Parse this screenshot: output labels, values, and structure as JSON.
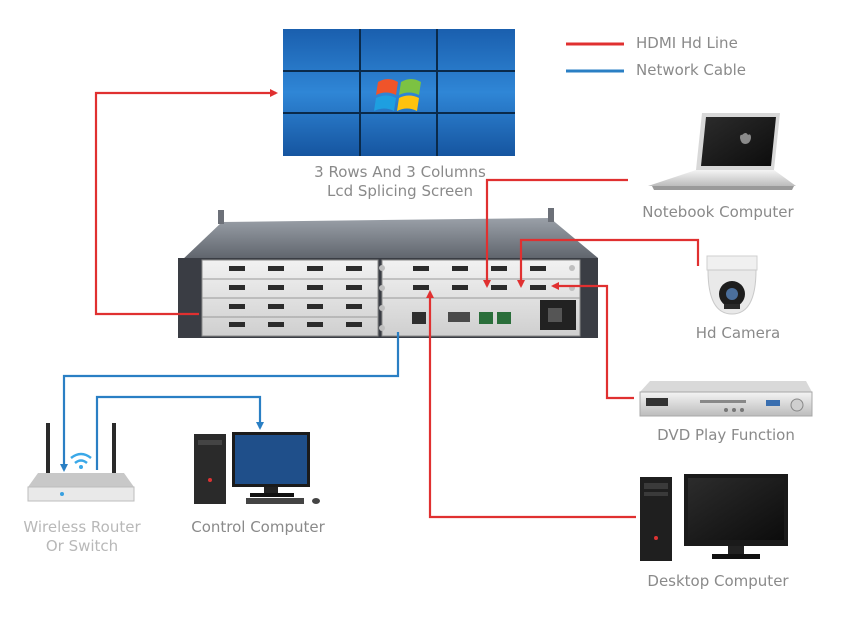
{
  "legend": {
    "hdmi_label": "HDMI Hd Line",
    "network_label": "Network Cable",
    "hdmi_color": "#e03030",
    "network_color": "#2a7fc4"
  },
  "devices": {
    "video_wall": {
      "line1": "3 Rows And 3 Columns",
      "line2": "Lcd Splicing Screen"
    },
    "notebook": {
      "label": "Notebook Computer"
    },
    "camera": {
      "label": "Hd Camera"
    },
    "dvd": {
      "label": "DVD Play Function"
    },
    "desktop": {
      "label": "Desktop Computer"
    },
    "router": {
      "line1": "Wireless Router",
      "line2": "Or Switch"
    },
    "control": {
      "label": "Control Computer"
    }
  }
}
